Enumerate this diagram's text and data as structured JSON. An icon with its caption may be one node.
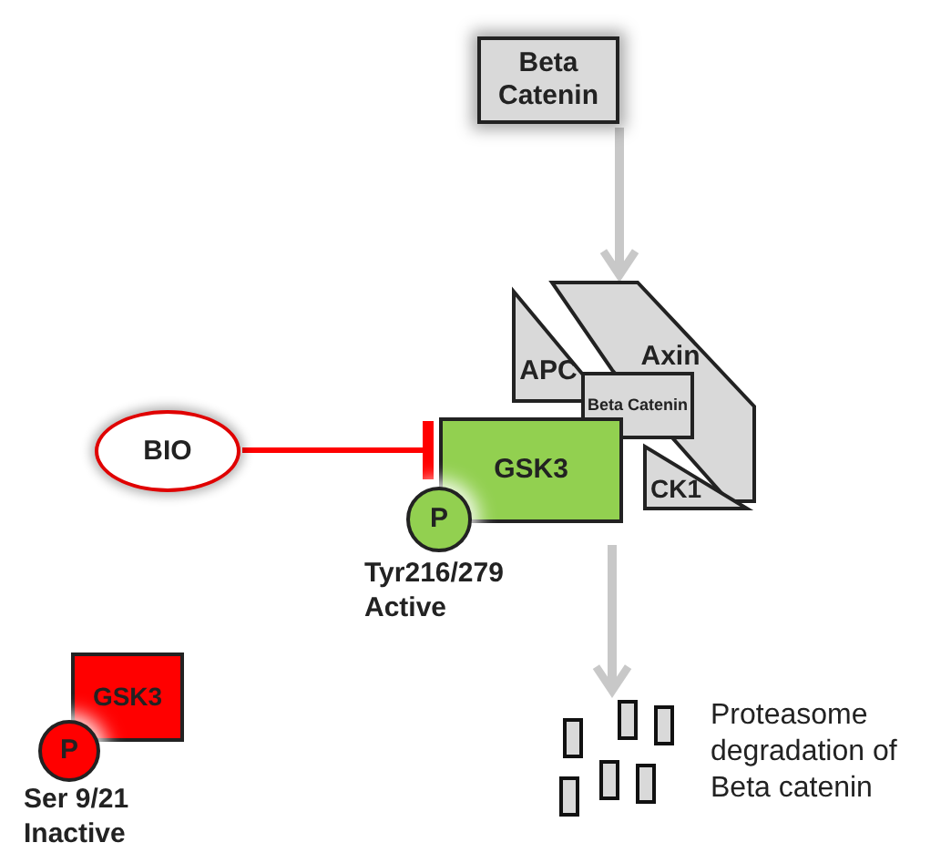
{
  "diagram": {
    "nodes": [
      {
        "text": [
          "Beta Catenin"
        ]
      },
      {
        "text": [
          "Axin"
        ]
      },
      {
        "text": [
          "APC"
        ]
      },
      {
        "text": [
          "CK1"
        ]
      },
      {
        "text": [
          "Beta Catenin"
        ]
      },
      {
        "text": [
          "GSK3"
        ]
      },
      {
        "text": [
          "P"
        ],
        "beside": [
          "Tyr216/279 Active"
        ]
      },
      {
        "text": [
          "BIO"
        ]
      },
      {
        "text": [
          "GSK3"
        ]
      },
      {
        "text": [
          "P"
        ],
        "beside": [
          "Ser 9/21 Inactive"
        ]
      },
      {
        "text": [],
        "shape": "picture",
        "beside": [
          "Proteasome degradation of Beta catenin"
        ]
      }
    ],
    "edges": [
      {
        "from": 0,
        "to": 1,
        "arrow": "to"
      },
      {
        "from": 7,
        "to": 5,
        "arrow": "other",
        "color": "#ff0000"
      },
      {
        "from": 5,
        "to": 10,
        "arrow": "to"
      }
    ]
  }
}
